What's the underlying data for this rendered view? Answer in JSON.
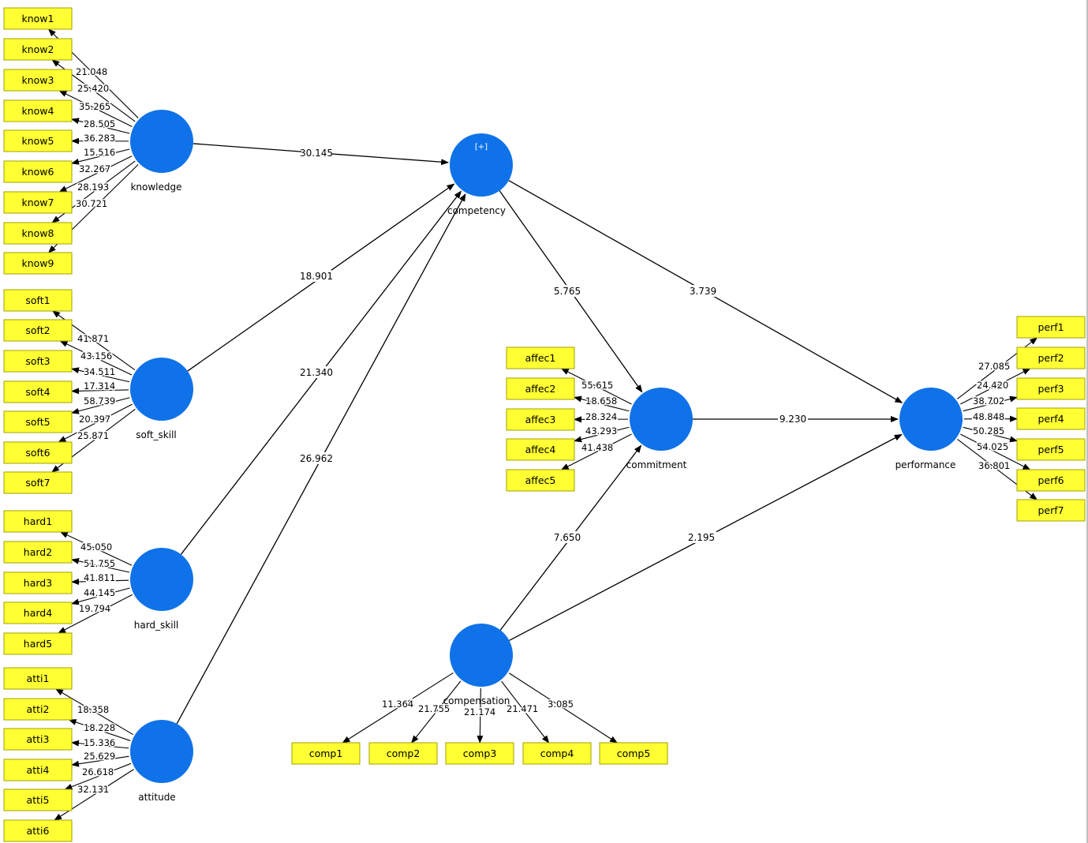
{
  "constructs": [
    {
      "id": "knowledge",
      "label": "knowledge",
      "badge": ""
    },
    {
      "id": "soft_skill",
      "label": "soft_skill",
      "badge": ""
    },
    {
      "id": "hard_skill",
      "label": "hard_skill",
      "badge": ""
    },
    {
      "id": "attitude",
      "label": "attitude",
      "badge": ""
    },
    {
      "id": "competency",
      "label": "competency",
      "badge": "[+]"
    },
    {
      "id": "commitment",
      "label": "commitment",
      "badge": ""
    },
    {
      "id": "performance",
      "label": "performance",
      "badge": ""
    },
    {
      "id": "compensation",
      "label": "compensation",
      "badge": ""
    }
  ],
  "indicators": [
    {
      "label": "know1",
      "construct": "knowledge",
      "value": "21.048"
    },
    {
      "label": "know2",
      "construct": "knowledge",
      "value": "25.420"
    },
    {
      "label": "know3",
      "construct": "knowledge",
      "value": "35.265"
    },
    {
      "label": "know4",
      "construct": "knowledge",
      "value": "28.505"
    },
    {
      "label": "know5",
      "construct": "knowledge",
      "value": "36.283"
    },
    {
      "label": "know6",
      "construct": "knowledge",
      "value": "15.516"
    },
    {
      "label": "know7",
      "construct": "knowledge",
      "value": "32.267"
    },
    {
      "label": "know8",
      "construct": "knowledge",
      "value": "28.193"
    },
    {
      "label": "know9",
      "construct": "knowledge",
      "value": "30.721"
    },
    {
      "label": "soft1",
      "construct": "soft_skill",
      "value": "41.871"
    },
    {
      "label": "soft2",
      "construct": "soft_skill",
      "value": "43.156"
    },
    {
      "label": "soft3",
      "construct": "soft_skill",
      "value": "34.511"
    },
    {
      "label": "soft4",
      "construct": "soft_skill",
      "value": "17.314"
    },
    {
      "label": "soft5",
      "construct": "soft_skill",
      "value": "58.739"
    },
    {
      "label": "soft6",
      "construct": "soft_skill",
      "value": "20.397"
    },
    {
      "label": "soft7",
      "construct": "soft_skill",
      "value": "25.871"
    },
    {
      "label": "hard1",
      "construct": "hard_skill",
      "value": "45.050"
    },
    {
      "label": "hard2",
      "construct": "hard_skill",
      "value": "51.755"
    },
    {
      "label": "hard3",
      "construct": "hard_skill",
      "value": "41.811"
    },
    {
      "label": "hard4",
      "construct": "hard_skill",
      "value": "44.145"
    },
    {
      "label": "hard5",
      "construct": "hard_skill",
      "value": "19.794"
    },
    {
      "label": "atti1",
      "construct": "attitude",
      "value": "18.358"
    },
    {
      "label": "atti2",
      "construct": "attitude",
      "value": "18.228"
    },
    {
      "label": "atti3",
      "construct": "attitude",
      "value": "15.336"
    },
    {
      "label": "atti4",
      "construct": "attitude",
      "value": "25.629"
    },
    {
      "label": "atti5",
      "construct": "attitude",
      "value": "26.618"
    },
    {
      "label": "atti6",
      "construct": "attitude",
      "value": "32.131"
    },
    {
      "label": "affec1",
      "construct": "commitment",
      "value": "55.615"
    },
    {
      "label": "affec2",
      "construct": "commitment",
      "value": "18.658"
    },
    {
      "label": "affec3",
      "construct": "commitment",
      "value": "28.324"
    },
    {
      "label": "affec4",
      "construct": "commitment",
      "value": "43.293"
    },
    {
      "label": "affec5",
      "construct": "commitment",
      "value": "41.438"
    },
    {
      "label": "perf1",
      "construct": "performance",
      "value": "27.085"
    },
    {
      "label": "perf2",
      "construct": "performance",
      "value": "24.420"
    },
    {
      "label": "perf3",
      "construct": "performance",
      "value": "38.702"
    },
    {
      "label": "perf4",
      "construct": "performance",
      "value": "48.848"
    },
    {
      "label": "perf5",
      "construct": "performance",
      "value": "50.285"
    },
    {
      "label": "perf6",
      "construct": "performance",
      "value": "54.025"
    },
    {
      "label": "perf7",
      "construct": "performance",
      "value": "36.801"
    },
    {
      "label": "comp1",
      "construct": "compensation",
      "value": "11.364"
    },
    {
      "label": "comp2",
      "construct": "compensation",
      "value": "21.755"
    },
    {
      "label": "comp3",
      "construct": "compensation",
      "value": "21.174"
    },
    {
      "label": "comp4",
      "construct": "compensation",
      "value": "21.471"
    },
    {
      "label": "comp5",
      "construct": "compensation",
      "value": "3.085"
    }
  ],
  "paths": [
    {
      "from": "knowledge",
      "to": "competency",
      "value": "30.145"
    },
    {
      "from": "soft_skill",
      "to": "competency",
      "value": "18.901"
    },
    {
      "from": "hard_skill",
      "to": "competency",
      "value": "21.340"
    },
    {
      "from": "attitude",
      "to": "competency",
      "value": "26.962"
    },
    {
      "from": "competency",
      "to": "commitment",
      "value": "5.765"
    },
    {
      "from": "competency",
      "to": "performance",
      "value": "3.739"
    },
    {
      "from": "commitment",
      "to": "performance",
      "value": "9.230"
    },
    {
      "from": "compensation",
      "to": "commitment",
      "value": "7.650"
    },
    {
      "from": "compensation",
      "to": "performance",
      "value": "2.195"
    }
  ],
  "colors": {
    "construct_fill": "#0f72e8",
    "indicator_fill": "#ffff33",
    "indicator_border": "#a0a000",
    "line": "#000000",
    "text": "#000000"
  }
}
